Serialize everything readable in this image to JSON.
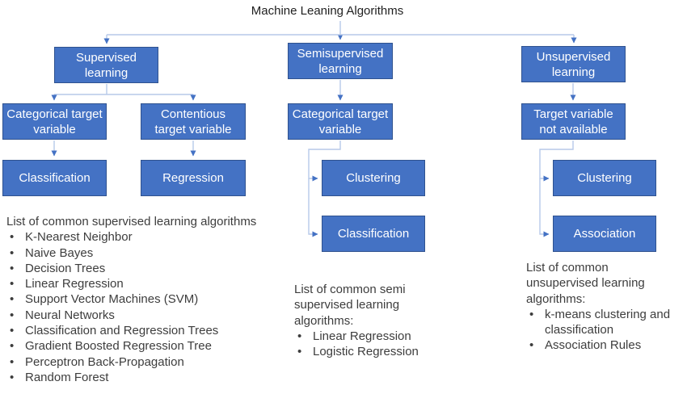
{
  "title": "Machine Leaning Algorithms",
  "bullet": "•",
  "colors": {
    "background": "#FFFFFF",
    "title_text": "#1F1F1F",
    "box_fill": "#4472C4",
    "box_border": "#2F528F",
    "box_text": "#FFFFFF",
    "connector_line": "#B7C9E9",
    "arrowhead": "#4472C4",
    "list_text": "#3D3D3D"
  },
  "nodes": {
    "supervised": "Supervised learning",
    "semisupervised": "Semisupervised learning",
    "unsupervised": "Unsupervised learning",
    "categorical_left": "Categorical target variable",
    "contentious": "Contentious target variable",
    "categorical_mid": "Categorical target variable",
    "target_not_available": "Target variable not available",
    "classification_left": "Classification",
    "regression": "Regression",
    "clustering_mid": "Clustering",
    "classification_mid": "Classification",
    "clustering_right": "Clustering",
    "association": "Association"
  },
  "lists": {
    "supervised": {
      "header": "List of common supervised learning algorithms",
      "items": [
        "K-Nearest Neighbor",
        "Naive Bayes",
        "Decision Trees",
        "Linear Regression",
        "Support Vector Machines (SVM)",
        "Neural Networks",
        "Classification and Regression Trees",
        "Gradient Boosted Regression Tree",
        "Perceptron Back-Propagation",
        "Random Forest"
      ]
    },
    "semisupervised": {
      "header": "List of common semi\nsupervised learning\nalgorithms:",
      "items": [
        "Linear Regression",
        "Logistic Regression"
      ]
    },
    "unsupervised": {
      "header": "List of common\nunsupervised learning\nalgorithms:",
      "items": [
        "k-means clustering and classification",
        "Association Rules"
      ]
    }
  }
}
